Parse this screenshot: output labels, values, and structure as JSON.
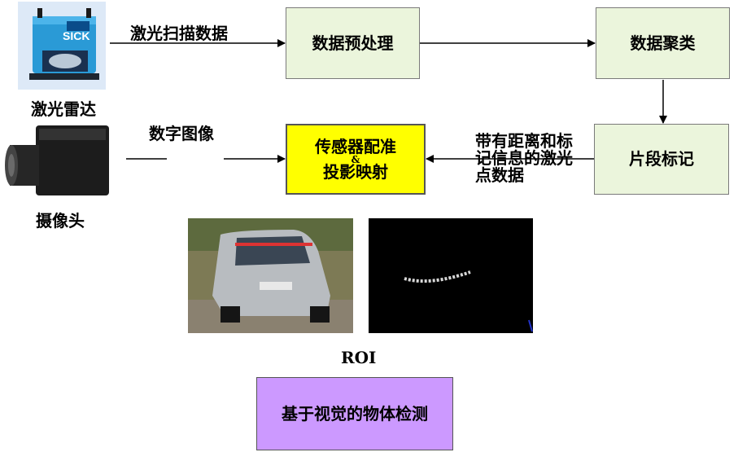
{
  "devices": {
    "lidar": {
      "label": "激光雷达",
      "brand": "SICK",
      "icon": "lidar-sensor-icon"
    },
    "camera": {
      "label": "摄像头",
      "icon": "camera-icon"
    }
  },
  "edges": {
    "laser_scan": "激光扫描数据",
    "digital_image": "数字图像",
    "marked_points": "带有距离和标记信息的激光点数据"
  },
  "boxes": {
    "preprocess": "数据预处理",
    "cluster": "数据聚类",
    "segment": "片段标记",
    "calib_line1": "传感器配准",
    "calib_and": "&",
    "calib_line2": "投影映射",
    "detect": "基于视觉的物体检测"
  },
  "roi_label": "ROI",
  "colors": {
    "green_box": "#ebf5dc",
    "yellow_box": "#ffff00",
    "purple_box": "#cc99ff"
  }
}
